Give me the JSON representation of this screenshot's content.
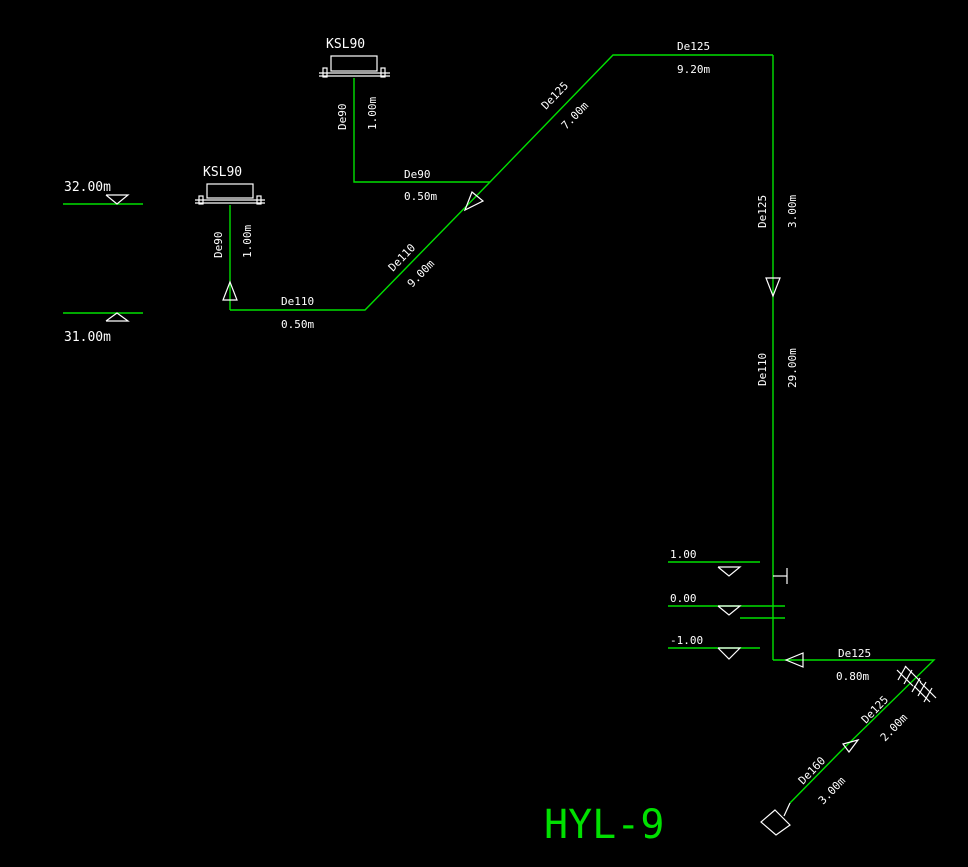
{
  "colors": {
    "background": "#000000",
    "pipe": "#00e000",
    "text": "#ffffff",
    "title": "#00e000"
  },
  "title": "HYL-9",
  "units": [
    {
      "id": "unit1",
      "name": "KSL90"
    },
    {
      "id": "unit2",
      "name": "KSL90"
    }
  ],
  "levels": {
    "l3200": "32.00m",
    "l3100": "31.00m",
    "l100": "1.00",
    "l000": "0.00",
    "lm100": "-1.00"
  },
  "pipes": {
    "p1_size": "De90",
    "p1_len": "1.00m",
    "p2_size": "De90",
    "p2_len": "1.00m",
    "p3_size": "De90",
    "p3_len": "0.50m",
    "p4_size": "De110",
    "p4_len": "0.50m",
    "p5_size": "De110",
    "p5_len": "9.00m",
    "p6_size": "De125",
    "p6_len": "7.00m",
    "p7_size": "De125",
    "p7_len": "9.20m",
    "p8_size": "De125",
    "p8_len": "3.00m",
    "p9_size": "De110",
    "p9_len": "29.00m",
    "p10_size": "De125",
    "p10_len": "0.80m",
    "p11_size": "De125",
    "p11_len": "2.00m",
    "p12_size": "De160",
    "p12_len": "3.00m"
  }
}
